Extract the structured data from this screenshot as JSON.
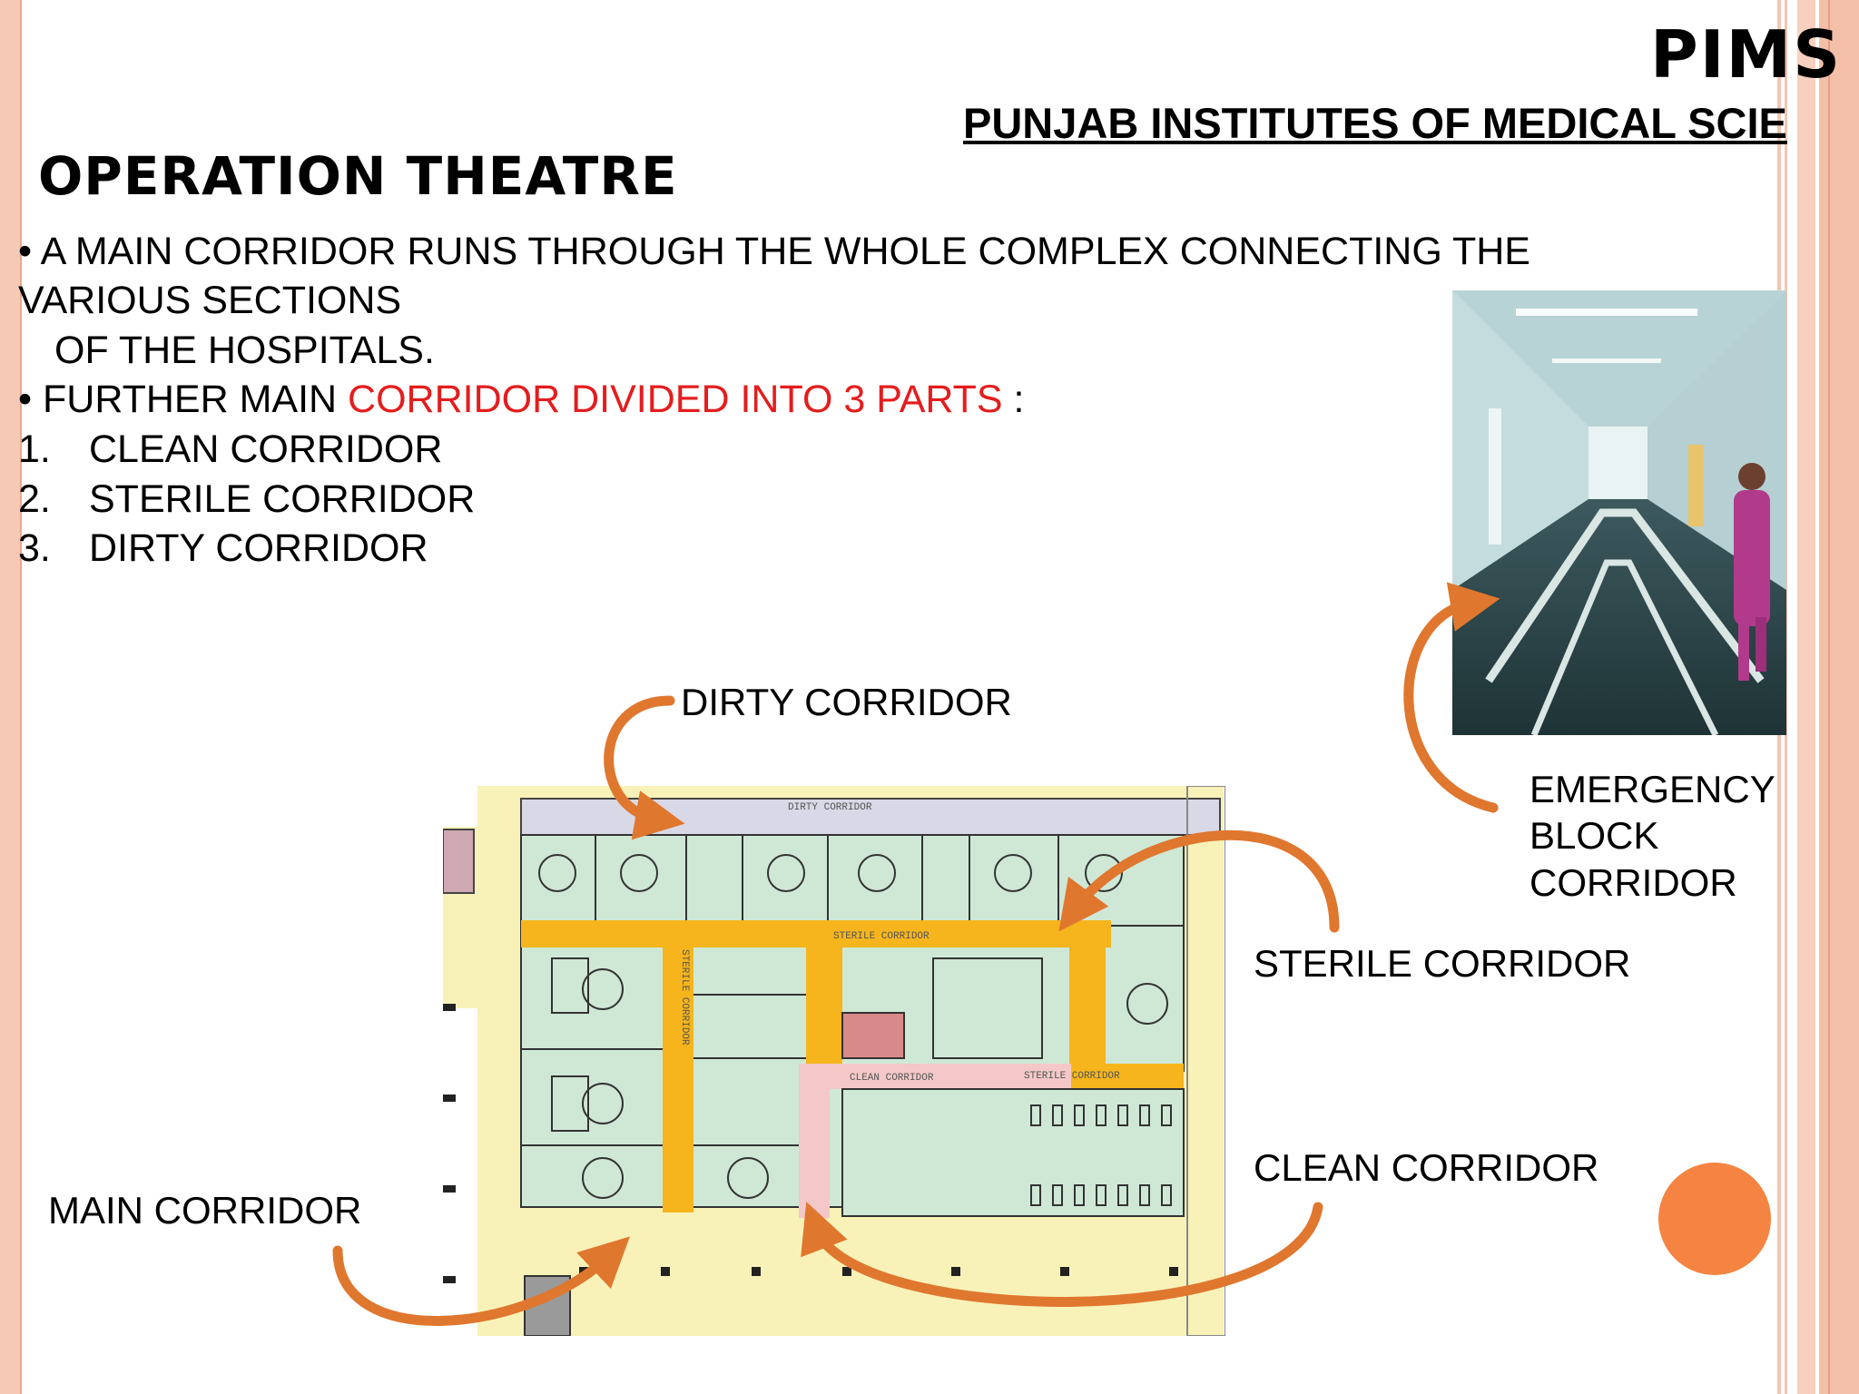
{
  "header": {
    "pims": "PIMS",
    "institute": "PUNJAB INSTITUTES OF MEDICAL SCIE",
    "title": "OPERATION THEATRE"
  },
  "body": {
    "bullet1_line1": "•   A MAIN CORRIDOR RUNS THROUGH THE WHOLE COMPLEX CONNECTING THE",
    "bullet1_line2": "VARIOUS SECTIONS",
    "bullet1_line3": "OF THE HOSPITALS.",
    "bullet2_prefix": "•  FURTHER MAIN ",
    "bullet2_highlight": "CORRIDOR DIVIDED INTO 3 PARTS",
    "bullet2_suffix": " :",
    "list": [
      {
        "num": "1.",
        "text": "CLEAN CORRIDOR"
      },
      {
        "num": "2.",
        "text": "STERILE CORRIDOR"
      },
      {
        "num": "3.",
        "text": "DIRTY CORRIDOR"
      }
    ]
  },
  "labels": {
    "dirty": "DIRTY CORRIDOR",
    "emergency_1": "EMERGENCY",
    "emergency_2": "BLOCK",
    "emergency_3": "CORRIDOR",
    "sterile": "STERILE CORRIDOR",
    "clean": "CLEAN CORRIDOR",
    "main": "MAIN CORRIDOR"
  },
  "plan_labels": {
    "dirty": "DIRTY CORRIDOR",
    "sterile_top": "STERILE CORRIDOR",
    "sterile_vertical": "STERILE CORRIDOR",
    "clean": "CLEAN CORRIDOR",
    "sterile_right": "STERILE CORRIDOR"
  },
  "colors": {
    "accent_red": "#e41d1d",
    "arrow_orange": "#e0772f",
    "dot_orange": "#f58442",
    "sterile_yellow": "#f6b51c",
    "clean_pink": "#f4c8c8",
    "room_green": "#cfe8d6",
    "main_cream": "#f9f2b8"
  }
}
